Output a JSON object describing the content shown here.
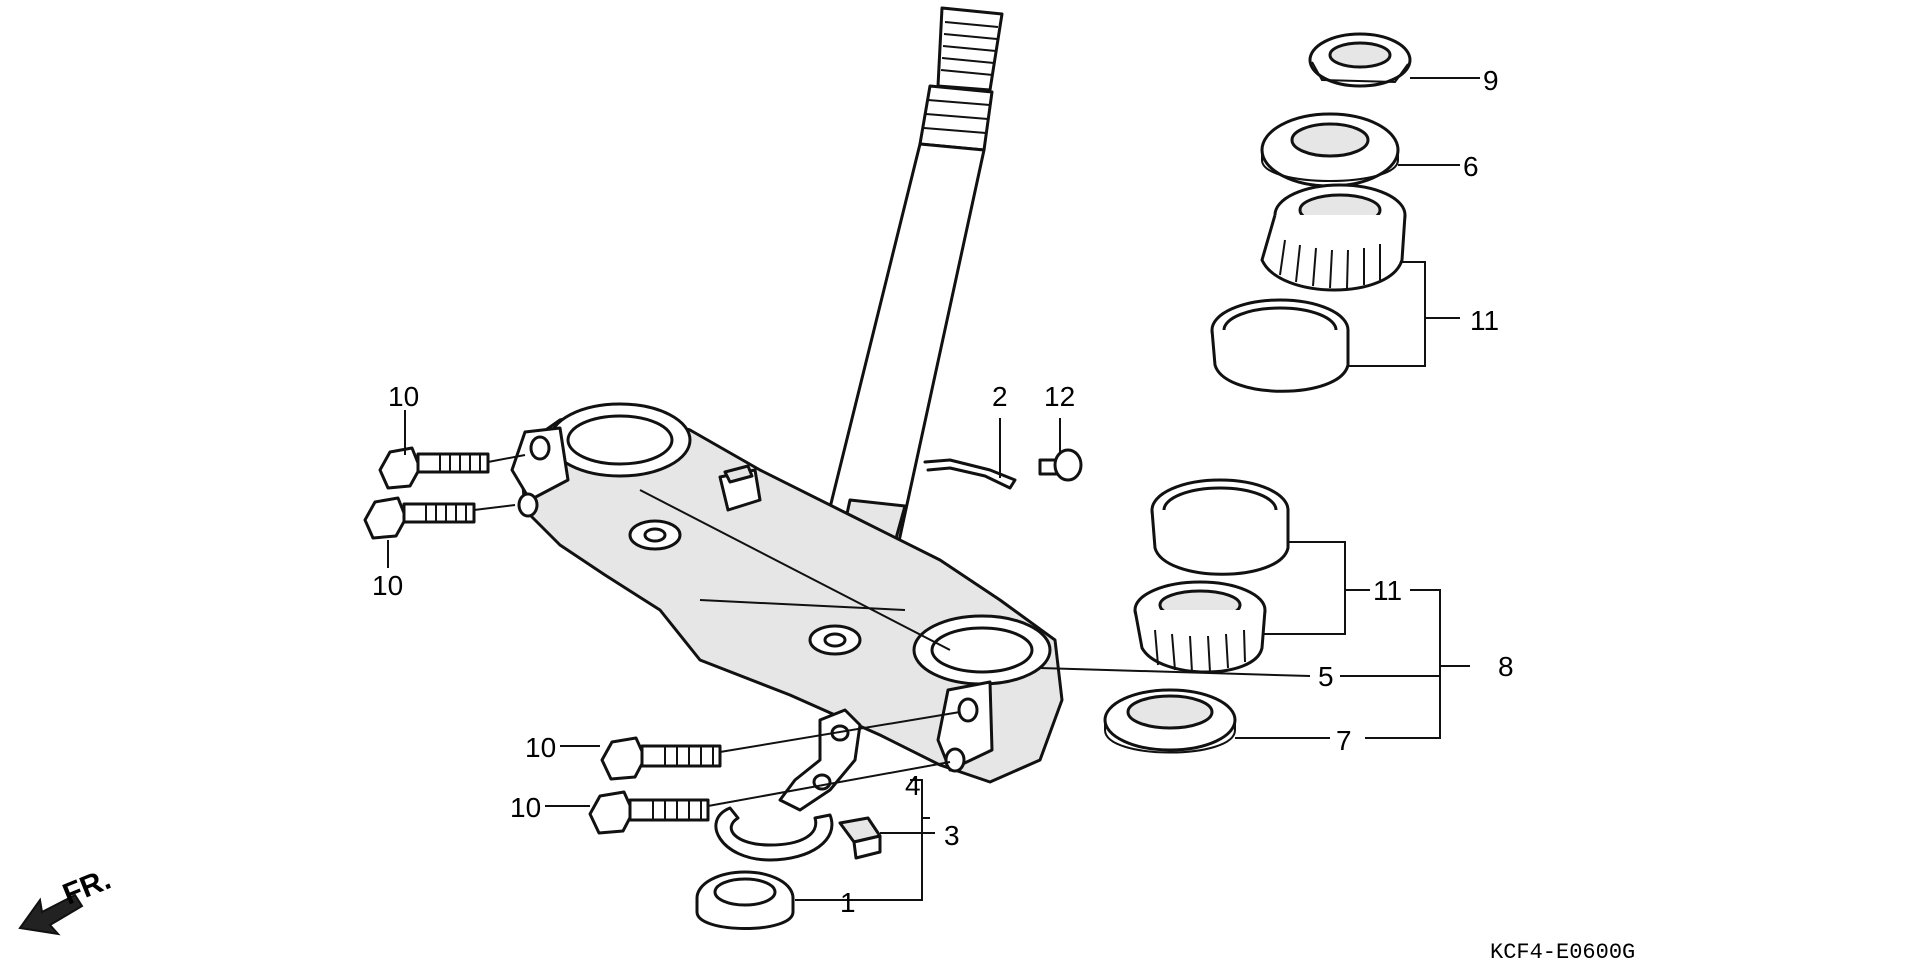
{
  "callouts": [
    {
      "id": "c1",
      "text": "1"
    },
    {
      "id": "c2",
      "text": "2"
    },
    {
      "id": "c3",
      "text": "3"
    },
    {
      "id": "c4",
      "text": "4"
    },
    {
      "id": "c5",
      "text": "5"
    },
    {
      "id": "c6",
      "text": "6"
    },
    {
      "id": "c7",
      "text": "7"
    },
    {
      "id": "c8",
      "text": "8"
    },
    {
      "id": "c9",
      "text": "9"
    },
    {
      "id": "c10a",
      "text": "10"
    },
    {
      "id": "c10b",
      "text": "10"
    },
    {
      "id": "c10c",
      "text": "10"
    },
    {
      "id": "c10d",
      "text": "10"
    },
    {
      "id": "c11a",
      "text": "11"
    },
    {
      "id": "c11b",
      "text": "11"
    },
    {
      "id": "c12",
      "text": "12"
    }
  ],
  "direction_label": "FR.",
  "diagram_code": "KCF4-E0600G"
}
